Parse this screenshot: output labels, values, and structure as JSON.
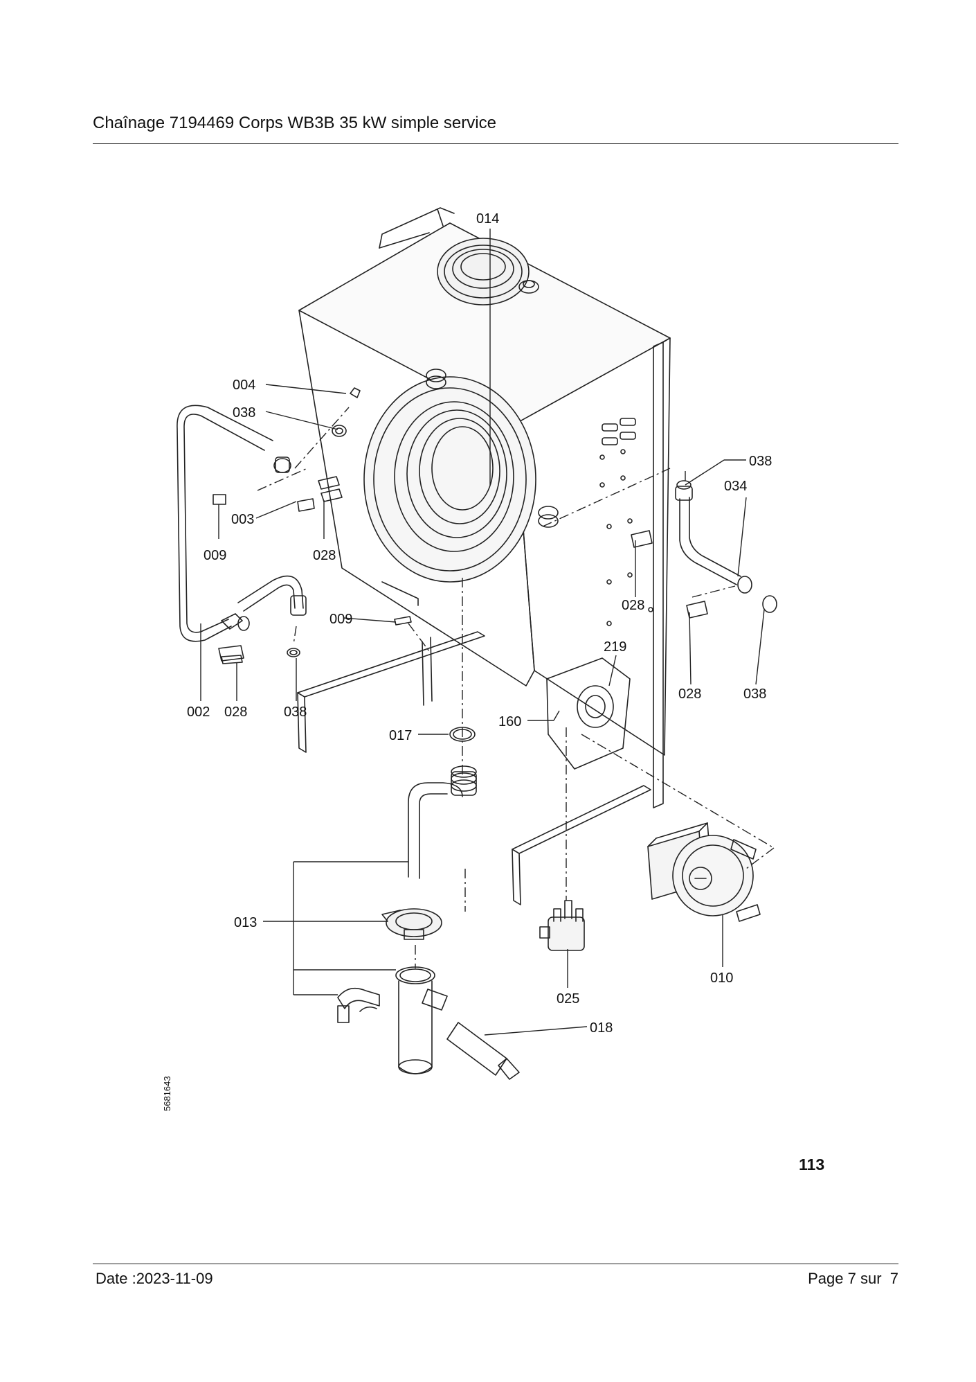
{
  "header": {
    "title": "Chaînage 7194469 Corps WB3B 35 kW simple service"
  },
  "footer": {
    "date": "Date :2023-11-09",
    "page": "Page 7 sur  7"
  },
  "diagram": {
    "page_number": "113",
    "drawing_id": "5681643",
    "callouts": {
      "c014": "014",
      "c004": "004",
      "c038a": "038",
      "c038b": "038",
      "c034": "034",
      "c003": "003",
      "c009a": "009",
      "c028a": "028",
      "c028b": "028",
      "c009b": "009",
      "c219": "219",
      "c002": "002",
      "c028c": "028",
      "c038c": "038",
      "c028d": "028",
      "c038d": "038",
      "c160": "160",
      "c017": "017",
      "c013": "013",
      "c025": "025",
      "c010": "010",
      "c018": "018"
    }
  }
}
